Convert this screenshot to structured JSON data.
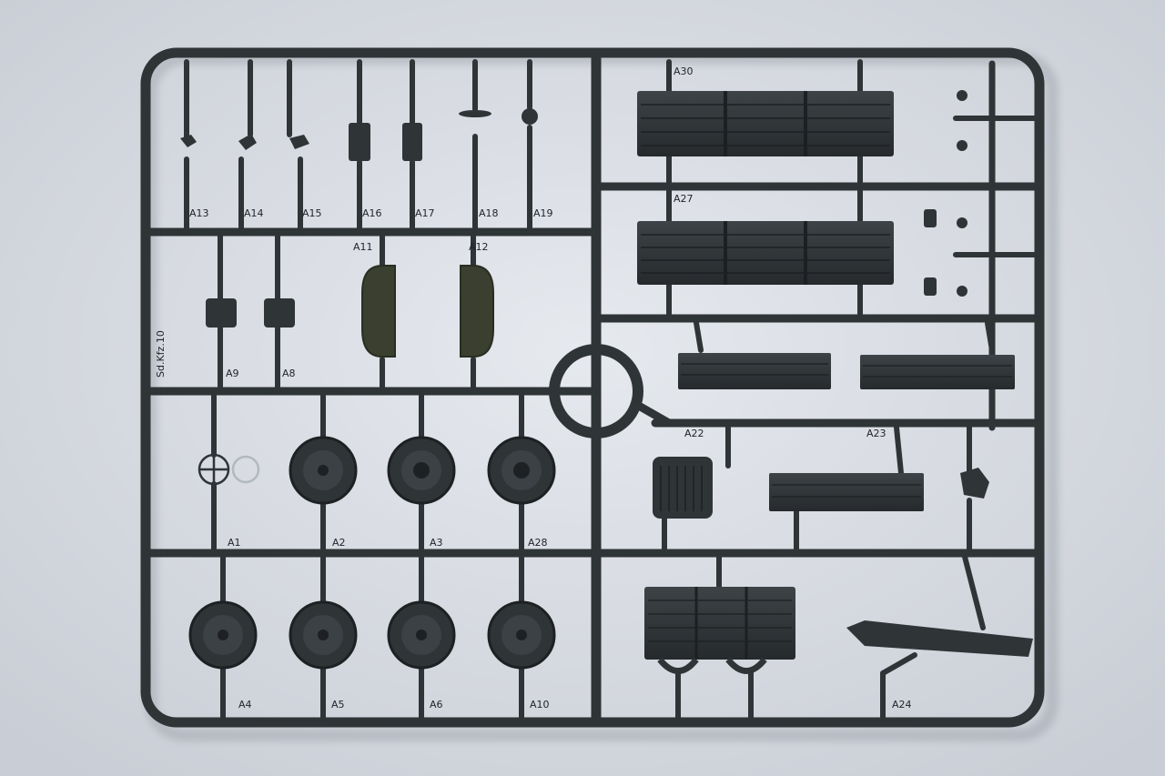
{
  "photo": {
    "background_color": "#d9dce2",
    "plastic_color": "#2f3437",
    "olive_part_color": "#3a3f2f",
    "visible_text": {
      "part_labels": [
        "A30",
        "A27",
        "A13",
        "A14",
        "A15",
        "A16",
        "A17",
        "A18",
        "A19",
        "A11",
        "A12",
        "A9",
        "A8",
        "A22",
        "A23",
        "A28",
        "A2",
        "A3",
        "A4",
        "A5",
        "A6",
        "A1",
        "A10",
        "A24"
      ],
      "sprue_code": "Sd.Kfz.10"
    }
  }
}
